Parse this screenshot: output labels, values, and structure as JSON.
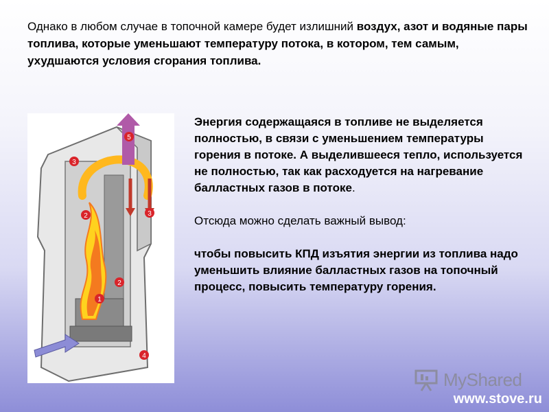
{
  "intro": {
    "part1": "Однако в любом случае в топочной камере будет излишний ",
    "part2_bold": "воздух, азот и водяные пары топлива, которые уменьшают температуру потока, в котором, тем самым, ухудшаются условия сгорания топлива."
  },
  "body": {
    "para1_bold": "Энергия содержащаяся в топливе не выделяется полностью, в связи с уменьшением температуры горения в потоке. А выделившееся тепло, используется не полностью, так как расходуется на нагревание балластных газов в потоке",
    "para1_end": ".",
    "para2": "Отсюда можно сделать важный вывод:",
    "para3_bold": "чтобы повысить КПД изъятия энергии из топлива надо уменьшить влияние балластных газов на топочный процесс, повысить температуру горения."
  },
  "diagram": {
    "labels": [
      "1",
      "2",
      "3",
      "4",
      "5"
    ]
  },
  "logo": {
    "text": "MyShared"
  },
  "footer": {
    "url": "www.stove.ru"
  },
  "colors": {
    "accent_red": "#d9242a",
    "flame_yellow": "#ffd21e",
    "flame_orange": "#f47a1f",
    "stone_gray": "#9a9a9a",
    "footer_text": "#ffffff"
  }
}
